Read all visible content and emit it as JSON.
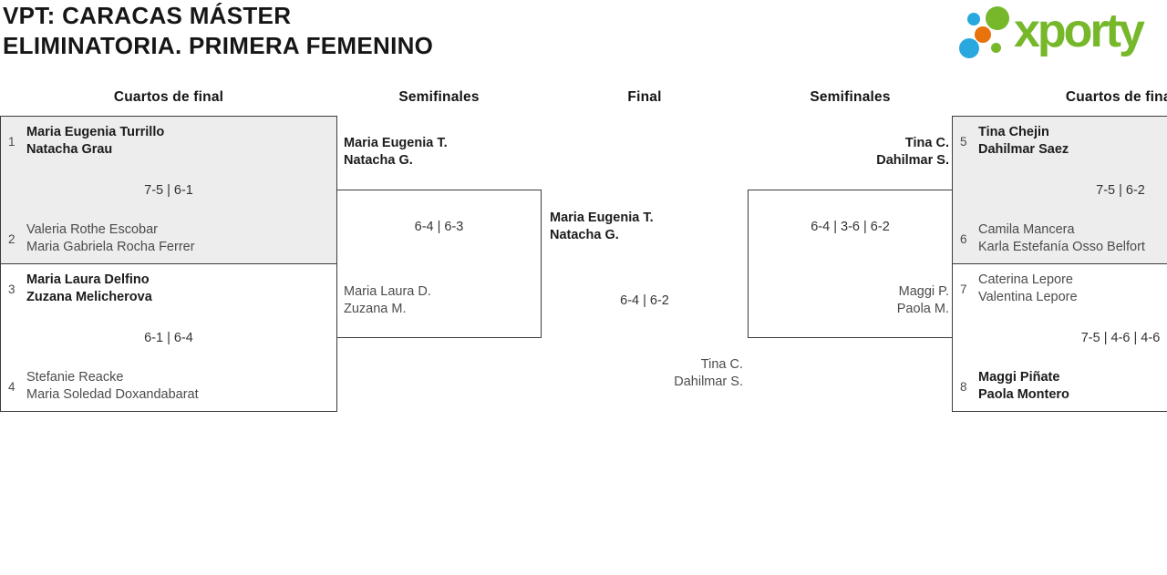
{
  "header": {
    "title_line1": "VPT: CARACAS MÁSTER",
    "title_line2": "ELIMINATORIA. PRIMERA FEMENINO"
  },
  "logo": {
    "text": "xporty",
    "green": "#76b82a",
    "blue": "#29a8e0",
    "orange": "#e8720c"
  },
  "round_headers": {
    "qf_left": "Cuartos de final",
    "sf_left": "Semifinales",
    "final": "Final",
    "sf_right": "Semifinales",
    "qf_right": "Cuartos de final"
  },
  "quarterfinals": {
    "left_top": {
      "seed_a": "1",
      "team_a_1": "Maria Eugenia Turrillo",
      "team_a_2": "Natacha Grau",
      "score": "7-5 | 6-1",
      "seed_b": "2",
      "team_b_1": "Valeria Rothe Escobar",
      "team_b_2": "Maria Gabriela Rocha Ferrer"
    },
    "left_bottom": {
      "seed_a": "3",
      "team_a_1": "Maria Laura Delfino",
      "team_a_2": "Zuzana Melicherova",
      "score": "6-1 | 6-4",
      "seed_b": "4",
      "team_b_1": "Stefanie Reacke",
      "team_b_2": "Maria Soledad Doxandabarat"
    },
    "right_top": {
      "seed_a": "5",
      "team_a_1": "Tina Chejin",
      "team_a_2": "Dahilmar Saez",
      "score": "7-5 | 6-2",
      "seed_b": "6",
      "team_b_1": "Camila Mancera",
      "team_b_2": "Karla Estefanía Osso Belfort"
    },
    "right_bottom": {
      "seed_a": "7",
      "team_a_1": "Caterina Lepore",
      "team_a_2": "Valentina Lepore",
      "score": "7-5 | 4-6 | 4-6",
      "seed_b": "8",
      "team_b_1": "Maggi Piñate",
      "team_b_2": "Paola Montero"
    }
  },
  "semifinals": {
    "left": {
      "winner_1": "Maria Eugenia T.",
      "winner_2": "Natacha G.",
      "score": "6-4 | 6-3",
      "loser_1": "Maria Laura D.",
      "loser_2": "Zuzana M."
    },
    "right": {
      "winner_1": "Tina C.",
      "winner_2": "Dahilmar S.",
      "score": "6-4 | 3-6 | 6-2",
      "loser_1": "Maggi P.",
      "loser_2": "Paola M."
    }
  },
  "final": {
    "winner_1": "Maria Eugenia T.",
    "winner_2": "Natacha G.",
    "score": "6-4 | 6-2",
    "runner_up_1": "Tina C.",
    "runner_up_2": "Dahilmar S."
  }
}
